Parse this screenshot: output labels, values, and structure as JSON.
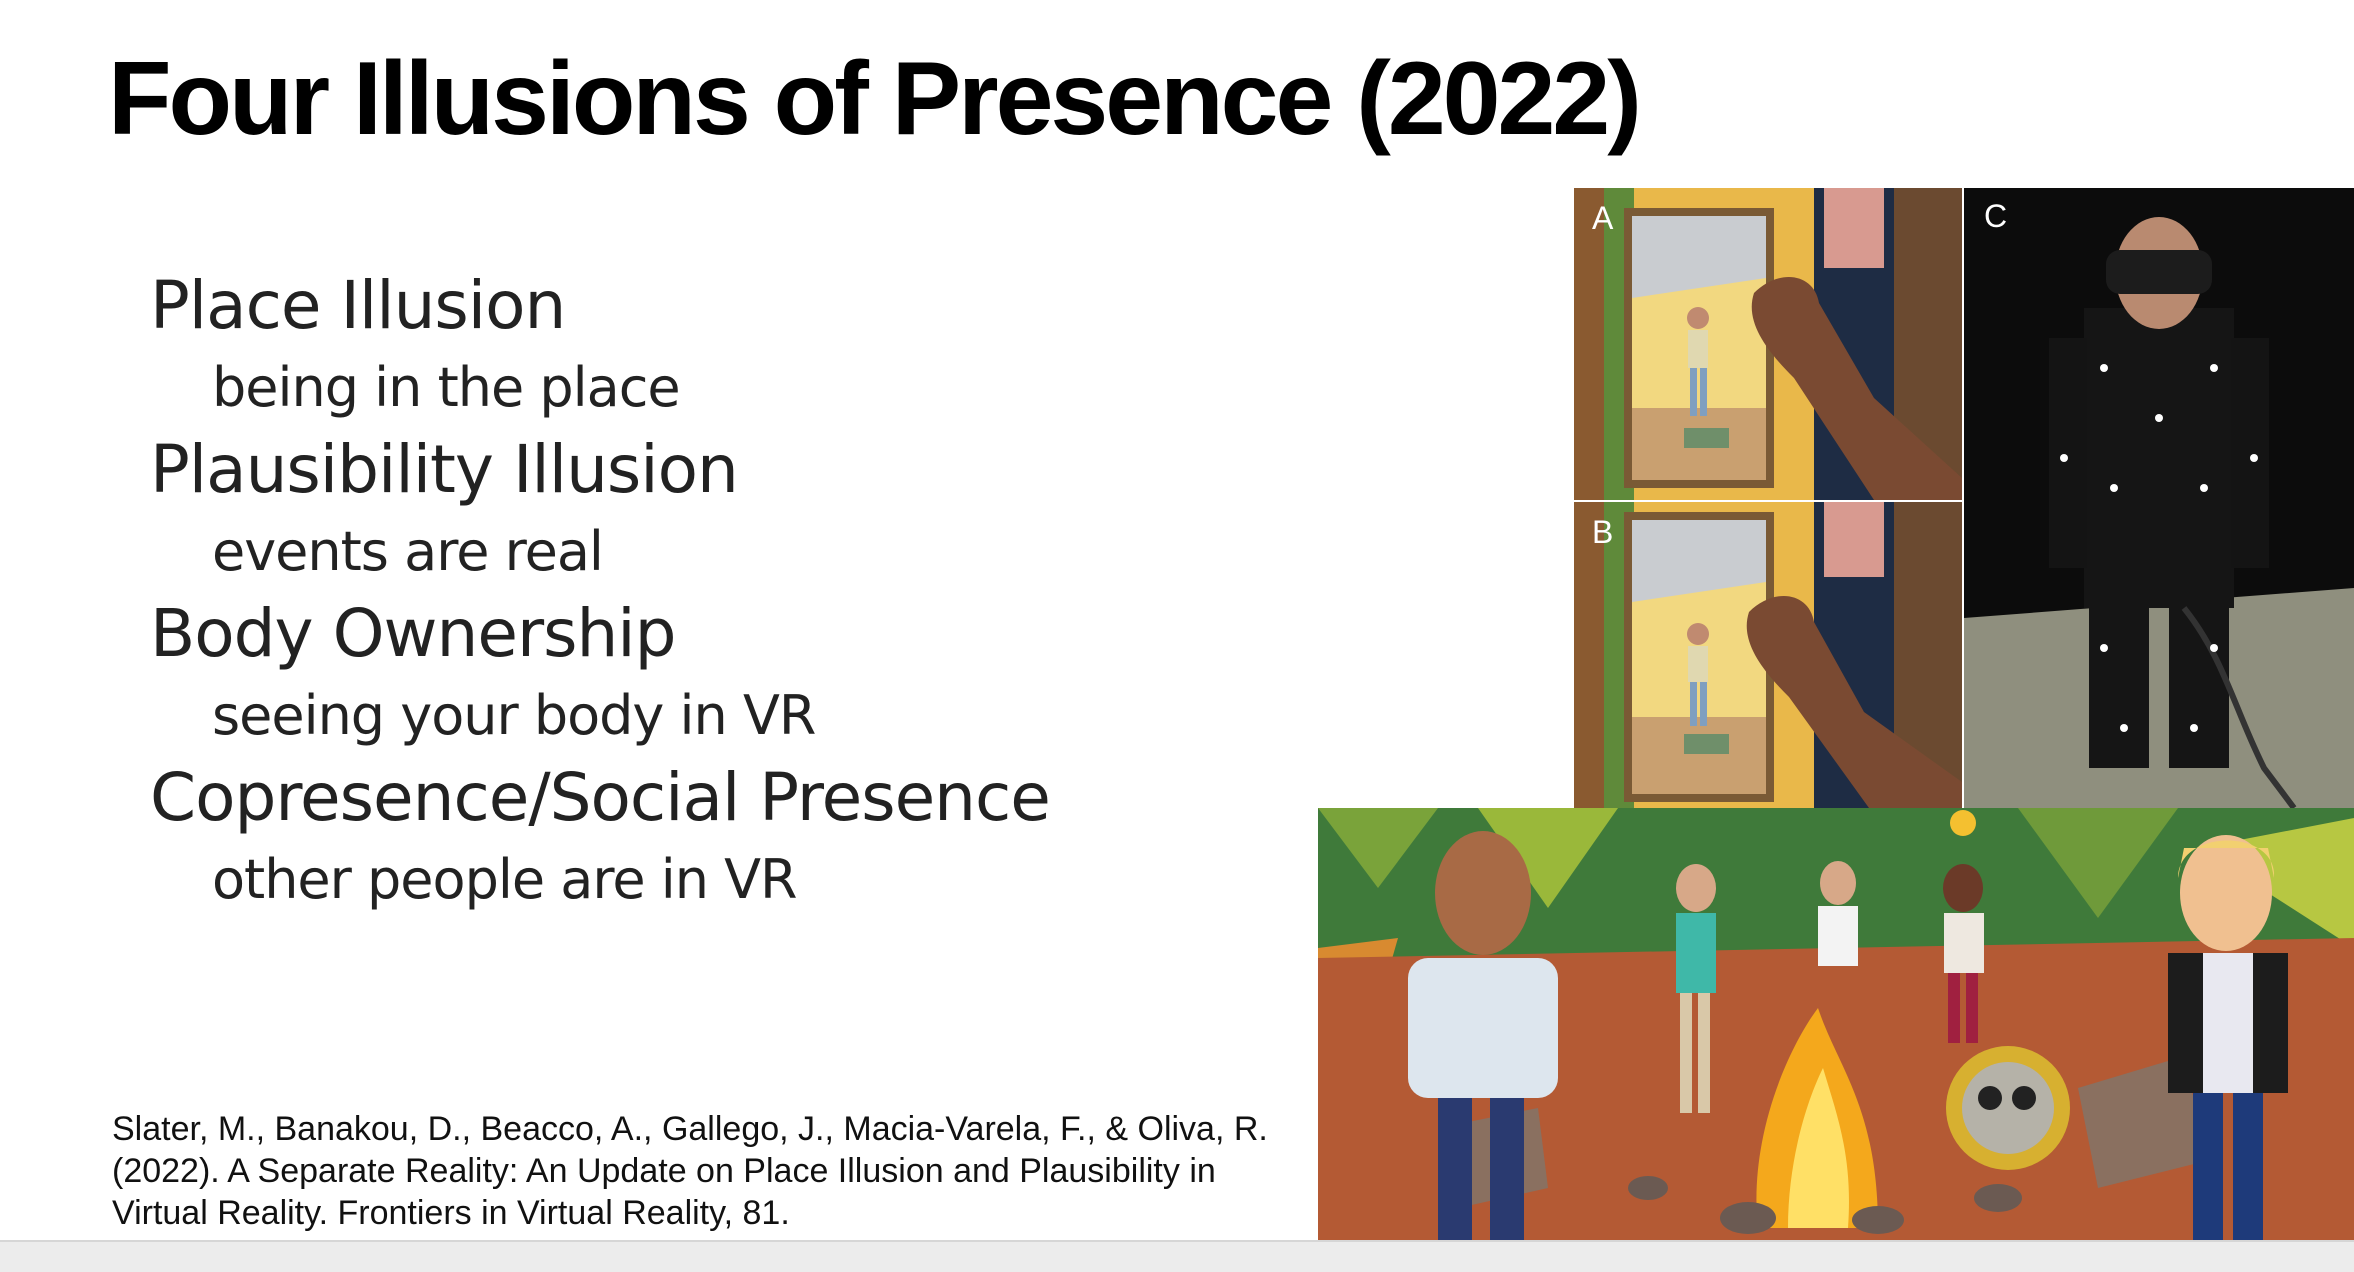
{
  "slide": {
    "title": "Four Illusions of Presence (2022)",
    "bullets": [
      {
        "heading": "Place Illusion",
        "detail": "being in the place"
      },
      {
        "heading": "Plausibility Illusion",
        "detail": "events are real"
      },
      {
        "heading": "Body Ownership",
        "detail": "seeing your body in VR"
      },
      {
        "heading": "Copresence/Social Presence",
        "detail": "other people are in VR"
      }
    ],
    "citation": "Slater, M., Banakou, D., Beacco, A., Gallego, J., Macia-Varela, F., & Oliva, R. (2022). A Separate Reality:  An Update on Place Illusion and Plausibility in Virtual Reality. Frontiers in Virtual Reality, 81."
  },
  "figures": {
    "panel_labels": [
      "A",
      "B",
      "C"
    ]
  }
}
